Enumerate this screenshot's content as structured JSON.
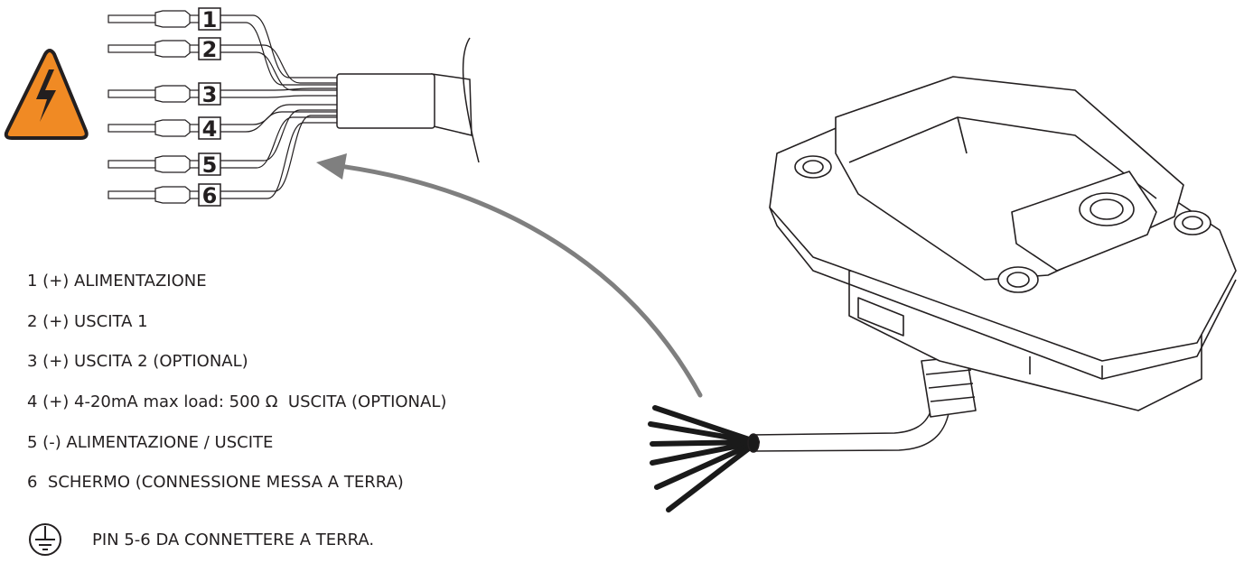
{
  "pins": [
    {
      "number": "1",
      "description": "1 (+) ALIMENTAZIONE"
    },
    {
      "number": "2",
      "description": "2 (+) USCITA 1"
    },
    {
      "number": "3",
      "description": "3 (+) USCITA 2 (OPTIONAL)"
    },
    {
      "number": "4",
      "description": "4 (+) 4-20mA max load: 500 Ω  USCITA (OPTIONAL)"
    },
    {
      "number": "5",
      "description": "5 (-) ALIMENTAZIONE / USCITE"
    },
    {
      "number": "6",
      "description": "6  SCHERMO (CONNESSIONE MESSA A TERRA)"
    }
  ],
  "ground_note": "PIN 5-6 DA CONNETTERE A TERRA.",
  "icons": {
    "warning": "high-voltage-warning-icon",
    "ground": "ground-symbol-icon"
  },
  "colors": {
    "warning_fill": "#f08a24",
    "warning_stroke": "#231f20",
    "text": "#231f20",
    "arrow": "#7f7f7f",
    "cable": "#1a1a1a"
  }
}
